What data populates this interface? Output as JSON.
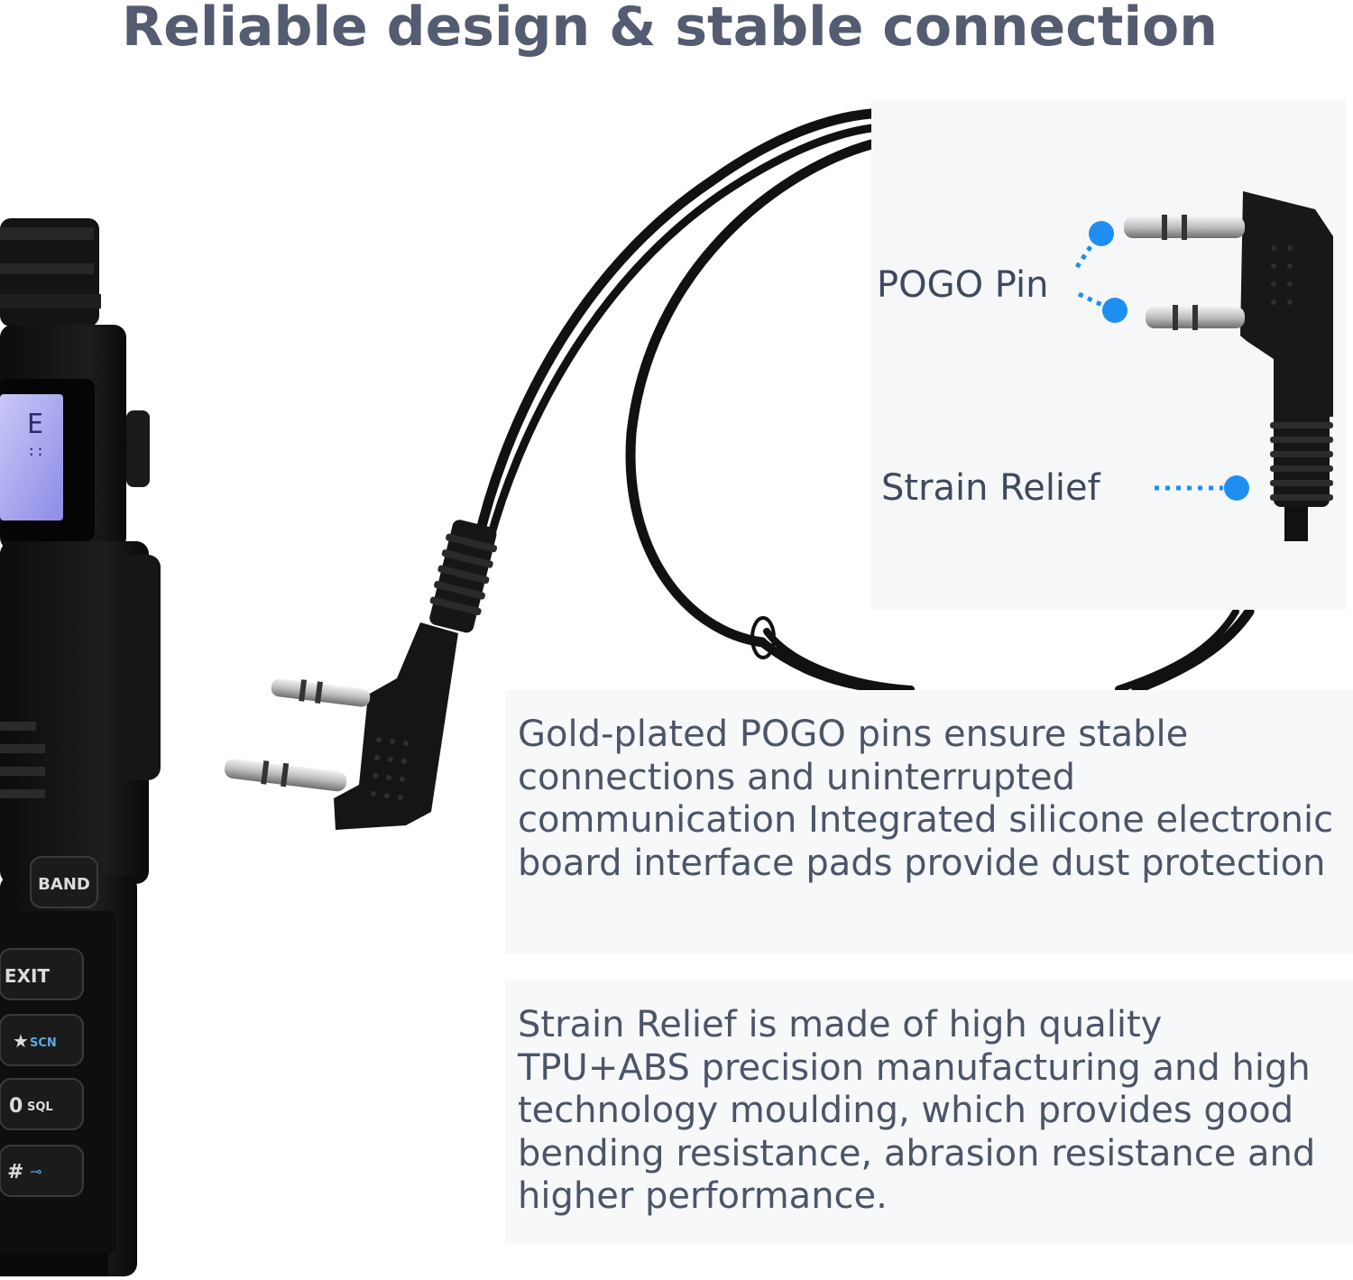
{
  "title": "Reliable design & stable connection",
  "callouts": {
    "pogo_pin": "POGO Pin",
    "strain_relief": "Strain Relief"
  },
  "features": [
    {
      "text": "Gold-plated POGO pins ensure stable connections and uninterrupted communication Integrated silicone electronic board interface pads provide dust protection"
    },
    {
      "text": "Strain Relief is made of high quality TPU+ABS precision manufacturing and high technology moulding, which provides good bending resistance, abrasion resistance and higher performance."
    }
  ],
  "radio_keys": {
    "band": "BAND",
    "exit": "EXIT",
    "scan": "SCN",
    "sql": "SQL"
  },
  "colors": {
    "title": "#535c70",
    "label": "#3d4a5d",
    "body_text": "#4a5568",
    "panel_bg": "#f6f7f9",
    "accent_dot": "#1e8ff0",
    "cable": "#111111"
  }
}
